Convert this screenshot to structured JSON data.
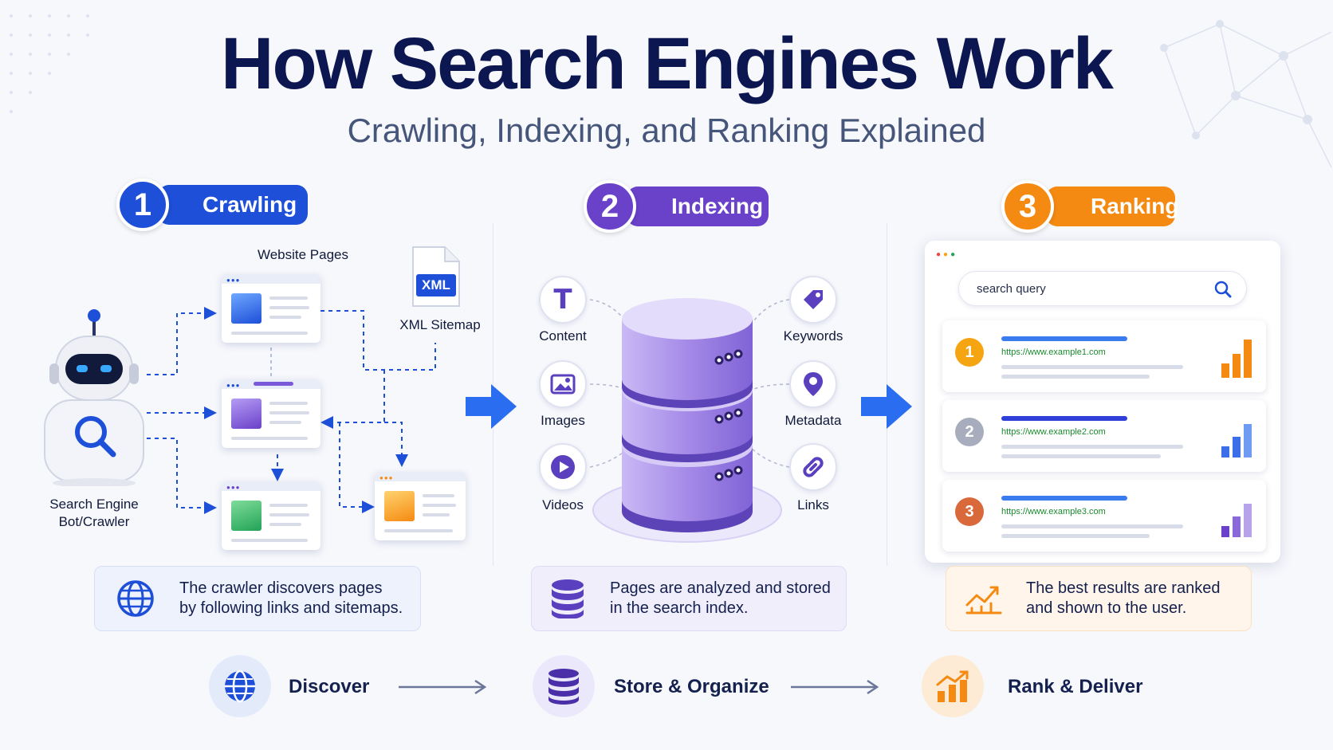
{
  "title": "How Search Engines Work",
  "subtitle": "Crawling, Indexing, and Ranking Explained",
  "steps": [
    {
      "number": "1",
      "label": "Crawling",
      "color": "#1d4fd8"
    },
    {
      "number": "2",
      "label": "Indexing",
      "color": "#6a41c9"
    },
    {
      "number": "3",
      "label": "Ranking",
      "color": "#f58a12"
    }
  ],
  "crawling": {
    "bot_label": "Search Engine\nBot/Crawler",
    "pages_label": "Website Pages",
    "sitemap_badge": "XML",
    "sitemap_label": "XML Sitemap",
    "info": "The crawler discovers pages\nby following links and sitemaps."
  },
  "indexing": {
    "items_left": [
      "Content",
      "Images",
      "Videos"
    ],
    "items_right": [
      "Keywords",
      "Metadata",
      "Links"
    ],
    "content_glyph": "T",
    "info": "Pages are analyzed and stored\nin the search index."
  },
  "ranking": {
    "search_placeholder": "search query",
    "results": [
      {
        "rank": "1",
        "url": "https://www.example1.com",
        "color": "#f5a412"
      },
      {
        "rank": "2",
        "url": "https://www.example2.com",
        "color": "#a7adbd"
      },
      {
        "rank": "3",
        "url": "https://www.example3.com",
        "color": "#d9693a"
      }
    ],
    "info": "The best results are ranked\nand shown to the user."
  },
  "bottom": [
    {
      "label": "Discover",
      "icon": "globe-icon"
    },
    {
      "label": "Store & Organize",
      "icon": "database-icon"
    },
    {
      "label": "Rank & Deliver",
      "icon": "chart-icon"
    }
  ]
}
